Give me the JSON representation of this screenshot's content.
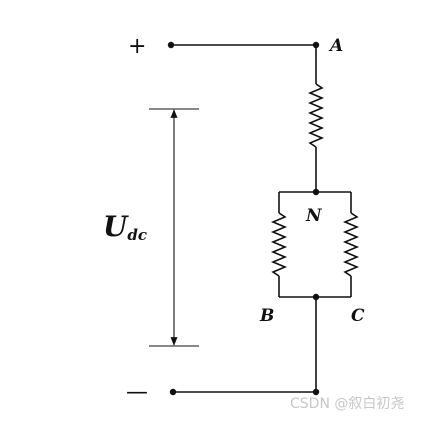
{
  "terminals": {
    "plus": "+",
    "minus": "—"
  },
  "nodes": {
    "a": "A",
    "n": "N",
    "b": "B",
    "c": "C"
  },
  "voltage_label": {
    "main": "U",
    "subscript": "dc"
  },
  "watermark": "CSDN @叙白初尧",
  "colors": {
    "line": "#111111",
    "watermark": "#c7c7c7"
  }
}
